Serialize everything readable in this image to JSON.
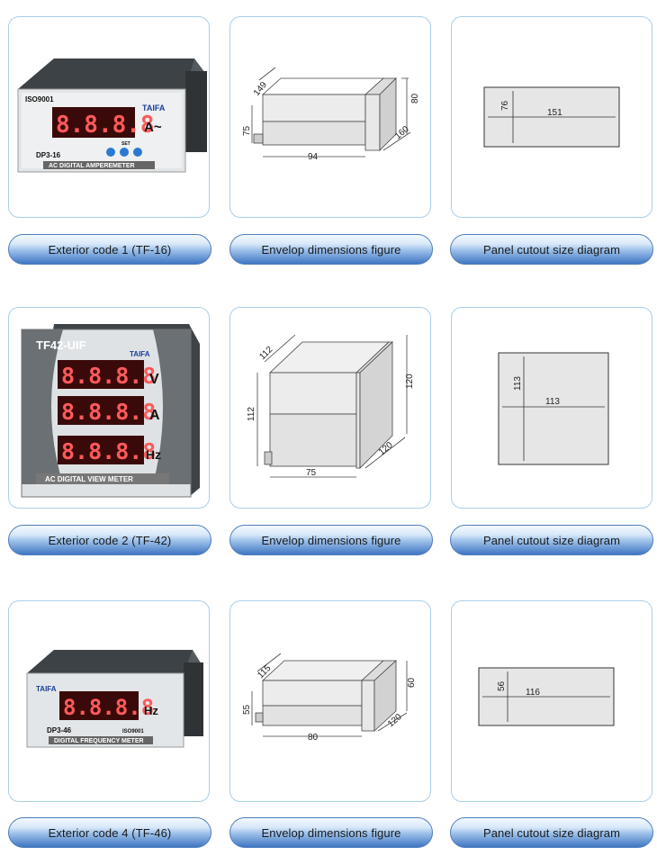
{
  "rows": [
    {
      "exterior_label": "Exterior code 1 (TF-16)",
      "envelop_label": "Envelop dimensions figure",
      "cutout_label": "Panel cutout size diagram",
      "meter": {
        "brand": "TAIFA",
        "cert": "ISO9001",
        "model": "DP3-16",
        "displays": [
          {
            "digits": "8.8.8.8",
            "unit": "A~"
          }
        ],
        "set_label": "SET",
        "strip": "AC DIGITAL AMPEREMETER"
      },
      "envelop": {
        "depth": "149",
        "front_height": "75",
        "body_len": "94",
        "panel_h": "80",
        "panel_w": "160"
      },
      "cutout": {
        "height": "76",
        "width": "151"
      }
    },
    {
      "exterior_label": "Exterior code 2 (TF-42)",
      "envelop_label": "Envelop dimensions figure",
      "cutout_label": "Panel cutout size diagram",
      "meter": {
        "brand": "TAIFA",
        "model": "TF42-UIF",
        "displays": [
          {
            "digits": "8.8.8.8",
            "unit": "V"
          },
          {
            "digits": "8.8.8.8",
            "unit": "A"
          },
          {
            "digits": "8.8.8.8",
            "unit": "Hz"
          }
        ],
        "strip": "AC DIGITAL VIEW METER"
      },
      "envelop": {
        "depth": "112",
        "front_height": "112",
        "body_len": "75",
        "panel_h": "120",
        "panel_w": "120"
      },
      "cutout": {
        "height": "113",
        "width": "113"
      }
    },
    {
      "exterior_label": "Exterior code 4 (TF-46)",
      "envelop_label": "Envelop dimensions figure",
      "cutout_label": "Panel cutout size diagram",
      "meter": {
        "brand": "TAIFA",
        "cert": "ISO9001",
        "model": "DP3-46",
        "displays": [
          {
            "digits": "8.8.8.8",
            "unit": "Hz"
          }
        ],
        "strip": "DIGITAL FREQUENCY METER"
      },
      "envelop": {
        "depth": "115",
        "front_height": "55",
        "body_len": "80",
        "panel_h": "60",
        "panel_w": "120"
      },
      "cutout": {
        "height": "56",
        "width": "116"
      }
    }
  ]
}
